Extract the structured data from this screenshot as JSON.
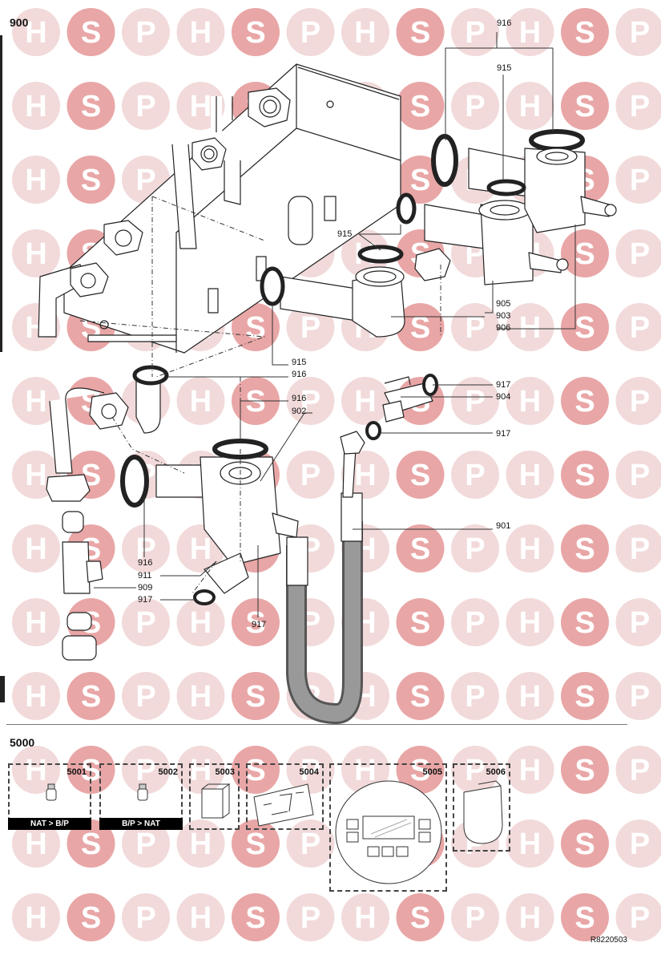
{
  "sections": {
    "top": "900",
    "bottom": "5000"
  },
  "watermark": {
    "letters": [
      "H",
      "S",
      "P"
    ],
    "colors": {
      "h": "#f2dada",
      "s": "#e9a6a6",
      "p": "#f2dada"
    }
  },
  "callouts": [
    "916",
    "915",
    "915",
    "905",
    "903",
    "906",
    "915",
    "916",
    "917",
    "904",
    "916",
    "902",
    "917",
    "901",
    "916",
    "911",
    "909",
    "917",
    "917"
  ],
  "accessories": [
    {
      "num": "5001",
      "tag": "NAT > B/P"
    },
    {
      "num": "5002",
      "tag": "B/P > NAT"
    },
    {
      "num": "5003",
      "tag": ""
    },
    {
      "num": "5004",
      "tag": ""
    },
    {
      "num": "5005",
      "tag": ""
    },
    {
      "num": "5006",
      "tag": ""
    }
  ],
  "reference": "R8220503",
  "colors": {
    "line": "#222222",
    "hose": "#888888",
    "seal": "#111111"
  }
}
